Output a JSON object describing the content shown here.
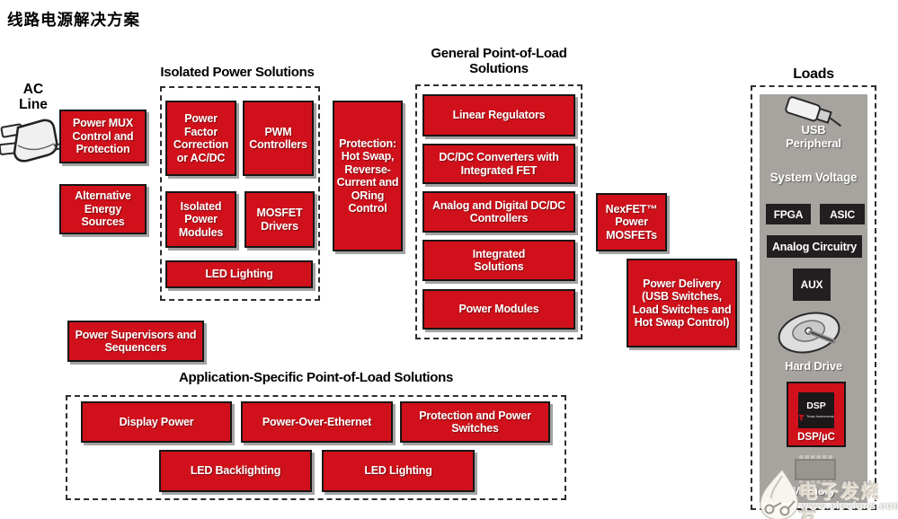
{
  "title": "线路电源解决方案",
  "colors": {
    "red": "#d0111b",
    "border": "#161616",
    "shadow": "#a3a3a3",
    "loads_gray": "#a7a4a0",
    "black_chip": "#231f20"
  },
  "icons": {
    "ac_plug": "ac-plug-icon",
    "usb": "usb-connector-icon",
    "hard_drive": "hard-drive-icon",
    "memory_chip": "memory-chip-icon",
    "ti_logo": "ti-logo-icon",
    "watermark_logo": "elecfans-logo-icon"
  },
  "ac": {
    "label_line1": "AC",
    "label_line2": "Line"
  },
  "left": {
    "power_mux": "Power MUX Control and Protection",
    "alt_energy": "Alternative Energy Sources",
    "supervisors": "Power Supervisors and Sequencers"
  },
  "isolated": {
    "title": "Isolated Power Solutions",
    "pfc": "Power Factor Correction or AC/DC",
    "pwm": "PWM Controllers",
    "modules": "Isolated Power Modules",
    "mosfet_drivers": "MOSFET Drivers",
    "led_lighting": "LED Lighting"
  },
  "protection": "Protection: Hot Swap, Reverse-Current and ORing Control",
  "general_pol": {
    "title": "General Point-of-Load Solutions",
    "blocks": [
      "Linear Regulators",
      "DC/DC Converters with Integrated FET",
      "Analog and Digital DC/DC Controllers",
      "Integrated Solutions",
      "Power Modules"
    ]
  },
  "nexfet": "NexFET™ Power MOSFETs",
  "power_delivery": "Power Delivery (USB Switches, Load Switches and Hot Swap Control)",
  "app_specific": {
    "title": "Application-Specific Point-of-Load Solutions",
    "blocks": [
      "Display Power",
      "Power-Over-Ethernet",
      "Protection and Power Switches",
      "LED Backlighting",
      "LED Lighting"
    ]
  },
  "loads": {
    "title": "Loads",
    "usb": "USB Peripheral",
    "system_voltage": "System Voltage",
    "fpga": "FPGA",
    "asic": "ASIC",
    "analog_circuitry": "Analog Circuitry",
    "aux": "AUX",
    "hard_drive": "Hard Drive",
    "dsp_chip": "DSP",
    "ti_logo": "Texas Instruments",
    "dsp_uc": "DSP/µC",
    "memory": "Memory"
  },
  "watermark": {
    "name": "电子发烧友",
    "url": "www.elecfans.com"
  }
}
